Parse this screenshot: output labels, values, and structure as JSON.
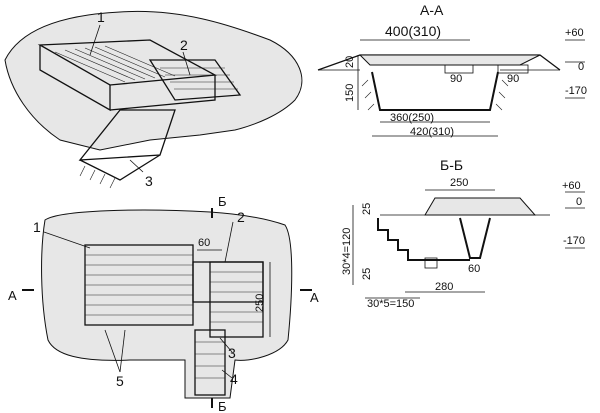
{
  "callouts": {
    "c1": "1",
    "c2": "2",
    "c3": "3",
    "c4": "4",
    "c5": "5"
  },
  "section_marks": {
    "a": "А",
    "b": "Б"
  },
  "section_aa": {
    "title": "А-А",
    "top_width": "400(310)",
    "inner_bottom": "360(250)",
    "outer_bottom": "420(310)",
    "step_left": "90",
    "step_right": "90",
    "top_thickness": "20",
    "depth": "150",
    "level_top": "+60",
    "level_zero": "0",
    "level_bottom": "-170"
  },
  "section_bb": {
    "title": "Б-Б",
    "top_width": "250",
    "stair_rise": "25",
    "stair_total": "30*4=120",
    "stair_low": "25",
    "bottom_right": "60",
    "bottom_width": "280",
    "stair_run": "30*5=150",
    "level_top": "+60",
    "level_zero": "0",
    "level_bottom": "-170"
  },
  "plan": {
    "corridor_width": "60",
    "chamber_length": "250"
  }
}
